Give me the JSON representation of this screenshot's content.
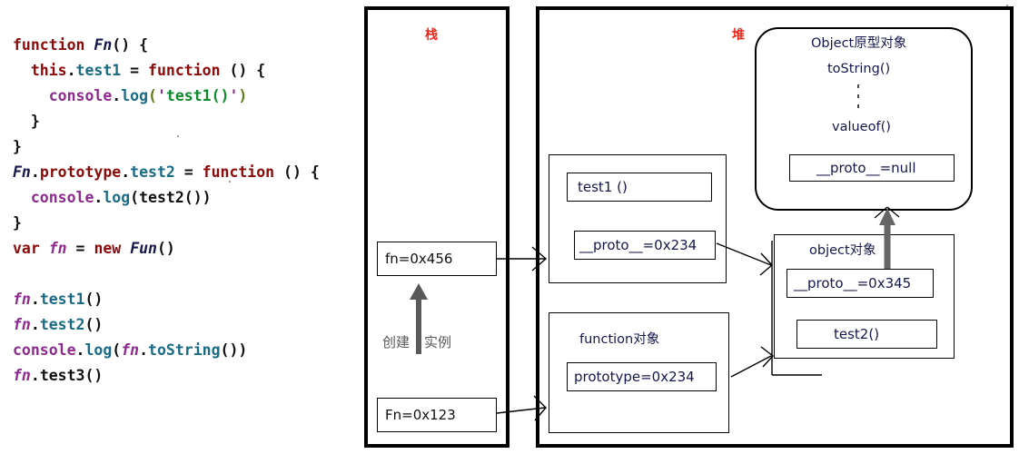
{
  "code": {
    "lines": [
      [
        {
          "t": "function ",
          "c": "kw"
        },
        {
          "t": "Fn",
          "c": "id-it"
        },
        {
          "t": "() {",
          "c": "plain"
        }
      ],
      [
        {
          "t": "  this",
          "c": "kw"
        },
        {
          "t": ".",
          "c": "plain"
        },
        {
          "t": "test1",
          "c": "meth"
        },
        {
          "t": " = ",
          "c": "plain"
        },
        {
          "t": "function",
          "c": "kw"
        },
        {
          "t": " () {",
          "c": "plain"
        }
      ],
      [
        {
          "t": "    console",
          "c": "obj"
        },
        {
          "t": ".",
          "c": "plain"
        },
        {
          "t": "log",
          "c": "meth"
        },
        {
          "t": "(",
          "c": "paren"
        },
        {
          "t": "'",
          "c": "quo"
        },
        {
          "t": "test1()",
          "c": "str"
        },
        {
          "t": "'",
          "c": "quo"
        },
        {
          "t": ")",
          "c": "paren"
        }
      ],
      [
        {
          "t": "  }",
          "c": "plain"
        }
      ],
      [
        {
          "t": "}",
          "c": "plain"
        }
      ],
      [
        {
          "t": "Fn",
          "c": "id-it"
        },
        {
          "t": ".",
          "c": "plain"
        },
        {
          "t": "prototype",
          "c": "kw"
        },
        {
          "t": ".",
          "c": "plain"
        },
        {
          "t": "test2",
          "c": "meth"
        },
        {
          "t": " = ",
          "c": "plain"
        },
        {
          "t": "function",
          "c": "kw"
        },
        {
          "t": " () {",
          "c": "plain"
        }
      ],
      [
        {
          "t": "  console",
          "c": "obj"
        },
        {
          "t": ".",
          "c": "plain"
        },
        {
          "t": "log",
          "c": "meth"
        },
        {
          "t": "(test2())",
          "c": "plain"
        }
      ],
      [
        {
          "t": "}",
          "c": "plain"
        }
      ],
      [
        {
          "t": "var ",
          "c": "kw"
        },
        {
          "t": "fn",
          "c": "var-it"
        },
        {
          "t": " = ",
          "c": "plain"
        },
        {
          "t": "new ",
          "c": "kw"
        },
        {
          "t": "Fun",
          "c": "id-it"
        },
        {
          "t": "()",
          "c": "plain"
        }
      ],
      [],
      [
        {
          "t": "fn",
          "c": "var-it"
        },
        {
          "t": ".",
          "c": "plain"
        },
        {
          "t": "test1",
          "c": "meth"
        },
        {
          "t": "()",
          "c": "plain"
        }
      ],
      [
        {
          "t": "fn",
          "c": "var-it"
        },
        {
          "t": ".",
          "c": "plain"
        },
        {
          "t": "test2",
          "c": "meth"
        },
        {
          "t": "()",
          "c": "plain"
        }
      ],
      [
        {
          "t": "console",
          "c": "obj"
        },
        {
          "t": ".",
          "c": "plain"
        },
        {
          "t": "log",
          "c": "meth"
        },
        {
          "t": "(",
          "c": "plain"
        },
        {
          "t": "fn",
          "c": "var-it"
        },
        {
          "t": ".",
          "c": "plain"
        },
        {
          "t": "toString",
          "c": "meth"
        },
        {
          "t": "())",
          "c": "plain"
        }
      ],
      [
        {
          "t": "fn",
          "c": "var-it"
        },
        {
          "t": ".",
          "c": "plain"
        },
        {
          "t": "test3()",
          "c": "plain"
        }
      ]
    ]
  },
  "stack": {
    "title": "栈",
    "slots": [
      {
        "label": "fn=0x456"
      },
      {
        "label": "Fn=0x123"
      }
    ],
    "arrow_caption_left": "创建",
    "arrow_caption_right": "实例"
  },
  "heap": {
    "title": "堆",
    "object_prototype": {
      "title": "Object原型对象",
      "members": [
        "toString()",
        "valueof()"
      ],
      "proto_cell": "__proto__=null"
    },
    "instance_object": {
      "cells": [
        "test1 ()",
        "__proto__=0x234"
      ]
    },
    "function_object": {
      "title": "function对象",
      "cells": [
        "prototype=0x234"
      ]
    },
    "prototype_object": {
      "title": "object对象",
      "cells": [
        "__proto__=0x345",
        "test2()"
      ]
    }
  },
  "colors": {
    "frame_title": "#e8291c",
    "box_text": "#16174d",
    "arrow_gray": "#595959",
    "border": "#000000"
  }
}
